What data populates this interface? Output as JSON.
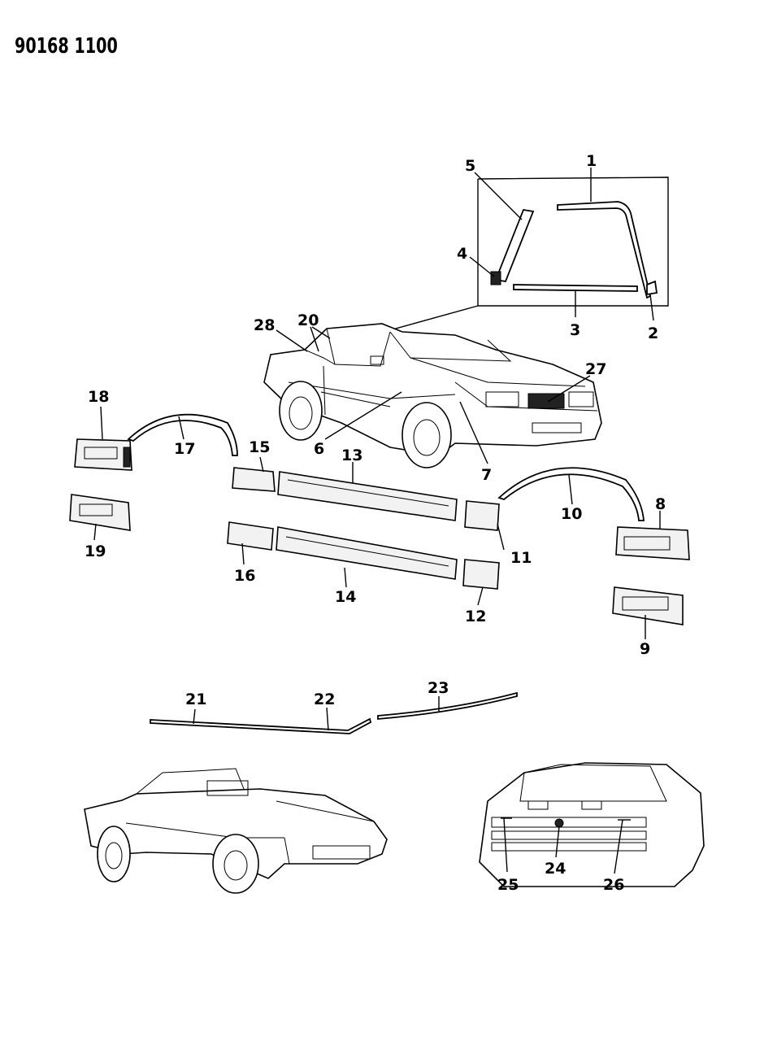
{
  "header": {
    "code": "90168 1100"
  },
  "callouts": [
    {
      "id": "1",
      "text": "1"
    },
    {
      "id": "2",
      "text": "2"
    },
    {
      "id": "3",
      "text": "3"
    },
    {
      "id": "4",
      "text": "4"
    },
    {
      "id": "5",
      "text": "5"
    },
    {
      "id": "6",
      "text": "6"
    },
    {
      "id": "7",
      "text": "7"
    },
    {
      "id": "8",
      "text": "8"
    },
    {
      "id": "9",
      "text": "9"
    },
    {
      "id": "10",
      "text": "10"
    },
    {
      "id": "11",
      "text": "11"
    },
    {
      "id": "12",
      "text": "12"
    },
    {
      "id": "13",
      "text": "13"
    },
    {
      "id": "14",
      "text": "14"
    },
    {
      "id": "15",
      "text": "15"
    },
    {
      "id": "16",
      "text": "16"
    },
    {
      "id": "17",
      "text": "17"
    },
    {
      "id": "18",
      "text": "18"
    },
    {
      "id": "19",
      "text": "19"
    },
    {
      "id": "20",
      "text": "20"
    },
    {
      "id": "21",
      "text": "21"
    },
    {
      "id": "22",
      "text": "22"
    },
    {
      "id": "23",
      "text": "23"
    },
    {
      "id": "24",
      "text": "24"
    },
    {
      "id": "25",
      "text": "25"
    },
    {
      "id": "26",
      "text": "26"
    },
    {
      "id": "27",
      "text": "27"
    },
    {
      "id": "28",
      "text": "28"
    }
  ]
}
